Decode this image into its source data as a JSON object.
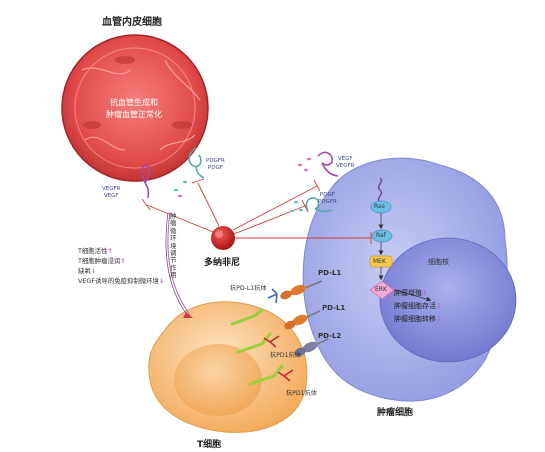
{
  "labels": {
    "endothelial_cell": "血管内皮细胞",
    "endothelial_inner_1": "抗血管生成和",
    "endothelial_inner_2": "肿瘤血管正常化",
    "drug": "多纳非尼",
    "t_cell": "T细胞",
    "tumor_cell": "肿瘤细胞",
    "nucleus": "细胞核",
    "vertical_path": "肿瘤微环境调节作用",
    "pdgfr_pdgf_top_1": "PDGFR",
    "pdgfr_pdgf_top_2": "PDGF",
    "vegfr_vegf_left_1": "VEGFR",
    "vegfr_vegf_left_2": "VEGF",
    "vegf_vegfr_right_1": "VEGF",
    "vegf_vegfr_right_2": "VEGFR",
    "pdgf_pdgfr_right_1": "PDGF",
    "pdgf_pdgfr_right_2": "PDGFR",
    "ras": "Ras",
    "raf": "Raf",
    "mek": "MEK",
    "erk": "ERK",
    "pdl1_top": "PD-L1",
    "pdl1_mid": "PD-L1",
    "pdl2": "PD-L2",
    "anti_pdl1": "抗PD-L1抗体",
    "anti_pd1_1": "抗PD1抗体",
    "anti_pd1_2": "抗PD1抗体"
  },
  "effects": [
    {
      "text": "T细胞活性",
      "arrow": "↑"
    },
    {
      "text": "T细胞肿瘤浸润",
      "arrow": "↑"
    },
    {
      "text": "缺氧",
      "arrow": "↓"
    },
    {
      "text": "VEGF诱导的免疫抑制微环境",
      "arrow": "↓"
    }
  ],
  "outcomes": [
    {
      "text": "肿瘤增殖",
      "arrow": "↓"
    },
    {
      "text": "肿瘤细胞存活",
      "arrow": "↓"
    },
    {
      "text": "肿瘤细胞转移",
      "arrow": "↓"
    }
  ],
  "colors": {
    "endothelial_fill": "#e14b4b",
    "tumor_fill": "#9fa8e6",
    "nucleus_fill": "#8c8fd8",
    "t_cell_fill": "#f6c07d",
    "drug_fill": "#c31f1f",
    "inhibit_line": "#d03c3c",
    "arrow_pink": "#c060c0"
  }
}
